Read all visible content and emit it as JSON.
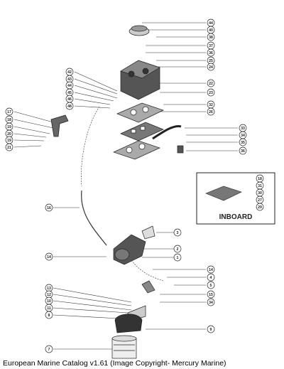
{
  "callouts_right": [
    "44",
    "40",
    "38",
    "37",
    "36",
    "25",
    "24",
    "22",
    "23",
    "32",
    "26",
    "33",
    "34",
    "35",
    "36",
    "3",
    "2",
    "1",
    "14",
    "4",
    "5",
    "15",
    "34",
    "9"
  ],
  "callouts_left": [
    "42",
    "43",
    "44",
    "45",
    "46",
    "48",
    "17",
    "18",
    "19",
    "20",
    "19",
    "21",
    "16",
    "14",
    "13",
    "12",
    "10",
    "11",
    "8",
    "7"
  ],
  "inset": {
    "label": "INBOARD",
    "callouts": [
      "18",
      "31",
      "30",
      "27",
      "29"
    ]
  },
  "caption": "European Marine Catalog v1.61 (Image Copyright- Mercury Marine)"
}
